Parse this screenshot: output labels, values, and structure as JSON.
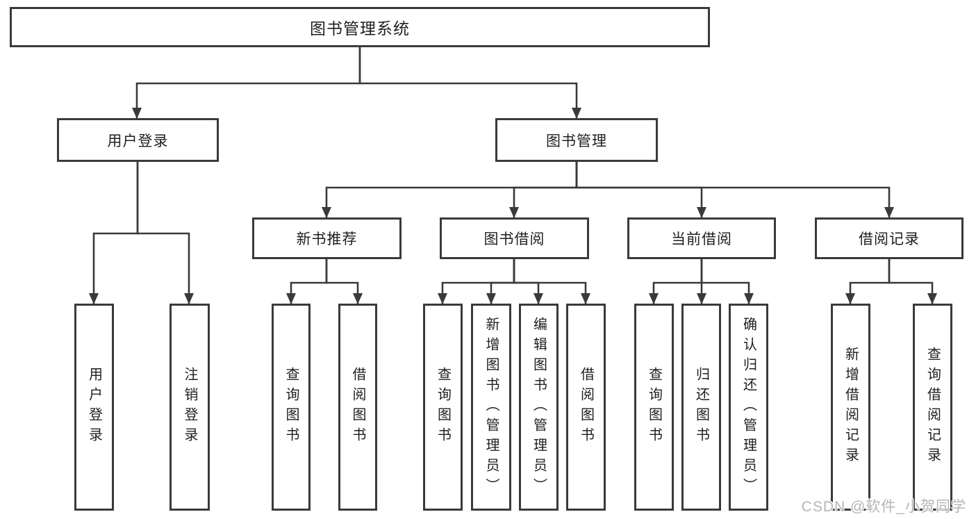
{
  "diagram": {
    "title": "图书管理系统",
    "level2": [
      {
        "label": "用户登录",
        "children": [
          "用户登录",
          "注销登录"
        ]
      },
      {
        "label": "图书管理"
      }
    ],
    "modules": [
      {
        "label": "新书推荐",
        "children": [
          "查询图书",
          "借阅图书"
        ]
      },
      {
        "label": "图书借阅",
        "children": [
          "查询图书",
          "新增图书（管理员）",
          "编辑图书（管理员）",
          "借阅图书"
        ]
      },
      {
        "label": "当前借阅",
        "children": [
          "查询图书",
          "归还图书",
          "确认归还（管理员）"
        ]
      },
      {
        "label": "借阅记录",
        "children": [
          "新增借阅记录",
          "查询借阅记录"
        ]
      }
    ],
    "watermark": "CSDN @软件_小贺同学",
    "colors": {
      "line": "#3a3a3a",
      "text": "#1f1f1f",
      "background": "#ffffff",
      "watermark": "#b5b5b5"
    }
  }
}
